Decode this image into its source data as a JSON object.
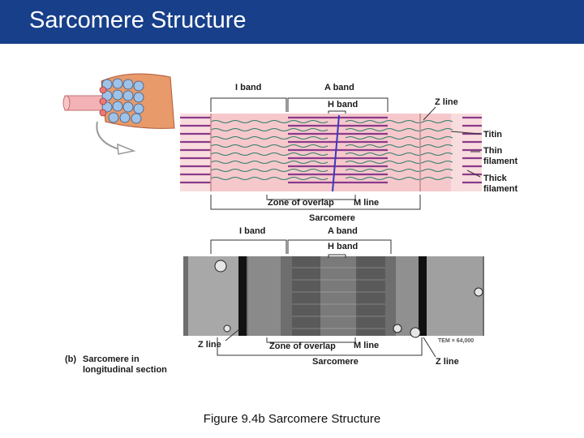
{
  "slide": {
    "title": "Sarcomere Structure",
    "caption": "Figure 9.4b  Sarcomere Structure"
  },
  "diagram": {
    "i_band": "I band",
    "a_band": "A band",
    "h_band": "H band",
    "z_line": "Z line",
    "titin": "Titin",
    "thin_filament_1": "Thin",
    "thin_filament_2": "filament",
    "thick_filament_1": "Thick",
    "thick_filament_2": "filament",
    "zone_of_overlap": "Zone of overlap",
    "m_line": "M line",
    "sarcomere": "Sarcomere"
  },
  "micrograph": {
    "i_band": "I band",
    "a_band": "A band",
    "h_band": "H band",
    "z_line_left": "Z line",
    "zone_of_overlap": "Zone of overlap",
    "m_line": "M line",
    "sarcomere": "Sarcomere",
    "z_line_right": "Z line",
    "tem": "TEM × 64,000"
  },
  "section_label": {
    "letter": "(b)",
    "line1": "Sarcomere in",
    "line2": "longitudinal section"
  },
  "colors": {
    "header": "#173f8a",
    "thick_filament": "#8a3a8c",
    "thin_filament": "#2e7d6b",
    "background_band": "#f6c8cc",
    "m_line": "#3a3ac0"
  }
}
